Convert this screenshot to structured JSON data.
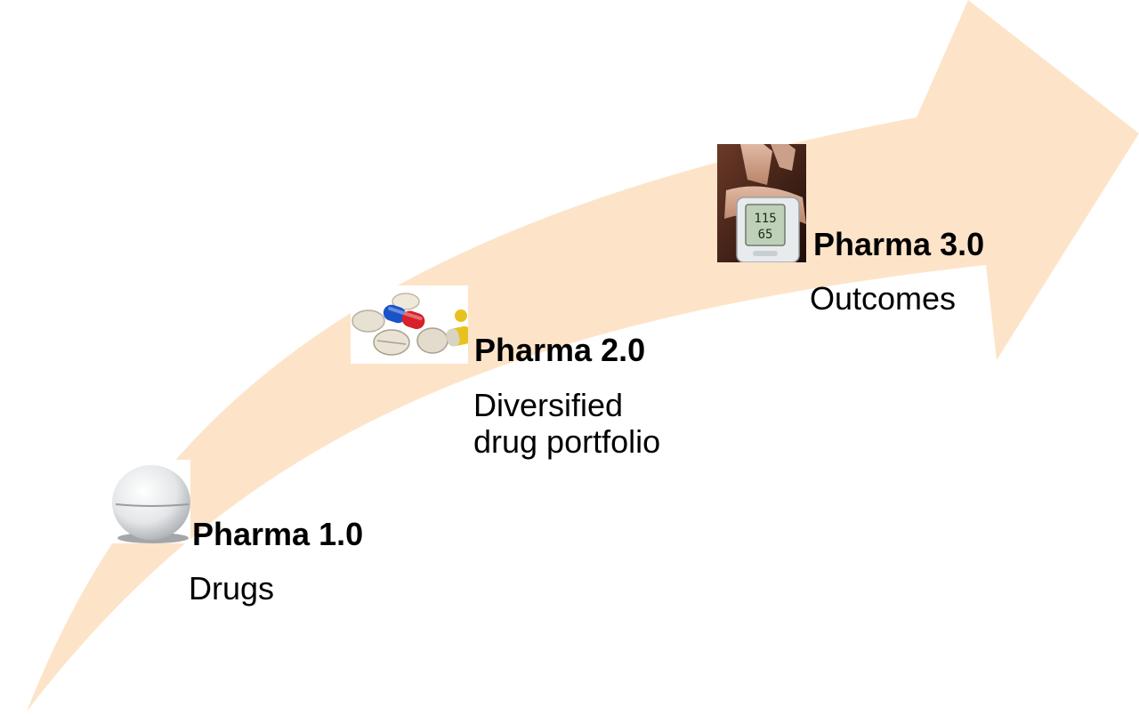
{
  "colors": {
    "arrow_fill": "#fde4c9",
    "text": "#000000"
  },
  "stages": [
    {
      "title": "Pharma 1.0",
      "subtitle": "Drugs",
      "icon": "single-tablet-photo"
    },
    {
      "title": "Pharma 2.0",
      "subtitle": "Diversified\ndrug portfolio",
      "icon": "assorted-pills-photo"
    },
    {
      "title": "Pharma 3.0",
      "subtitle": "Outcomes",
      "icon": "blood-pressure-monitor-photo",
      "monitor_readings": [
        "115",
        "65"
      ]
    }
  ]
}
